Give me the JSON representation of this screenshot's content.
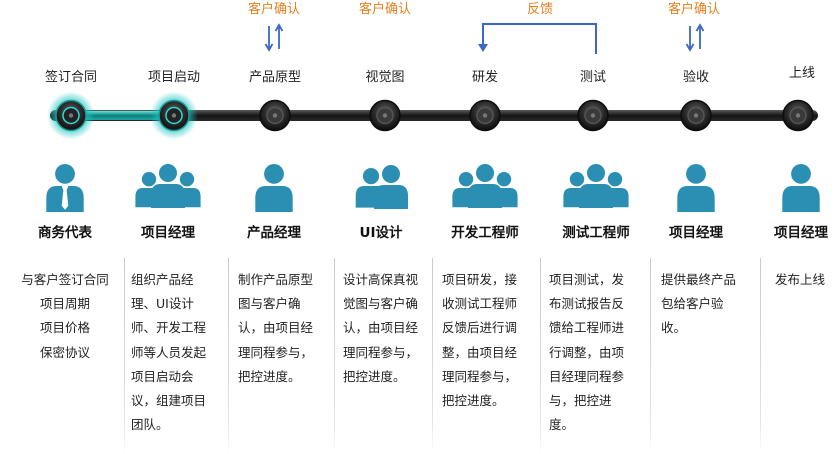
{
  "top_labels": {
    "confirm_1": "客户确认",
    "confirm_2": "客户确认",
    "feedback": "反馈",
    "confirm_3": "客户确认"
  },
  "stages": [
    {
      "label": "签订合同",
      "active": true
    },
    {
      "label": "项目启动",
      "active": true
    },
    {
      "label": "产品原型",
      "active": false
    },
    {
      "label": "视觉图",
      "active": false
    },
    {
      "label": "研发",
      "active": false
    },
    {
      "label": "测试",
      "active": false
    },
    {
      "label": "验收",
      "active": false
    },
    {
      "label": "上线",
      "active": false
    }
  ],
  "roles": [
    {
      "title": "商务代表",
      "icon": "single-person-icon",
      "desc": [
        "与客户签订合同",
        "项目周期",
        "项目价格",
        "保密协议"
      ]
    },
    {
      "title": "项目经理",
      "icon": "group-people-icon",
      "desc": [
        "组织产品经理、UI设计师、开发工程师等人员发起项目启动会议，组建项目团队。"
      ]
    },
    {
      "title": "产品经理",
      "icon": "single-person-icon",
      "desc": [
        "制作产品原型图与客户确认，由项目经理同程参与，把控进度。"
      ]
    },
    {
      "title": "UI设计",
      "icon": "pair-people-icon",
      "desc": [
        "设计高保真视觉图与客户确认，由项目经理同程参与，把控进度。"
      ]
    },
    {
      "title": "开发工程师",
      "icon": "group-people-icon",
      "desc": [
        "项目研发，接收测试工程师反馈后进行调整，由项目经理同程参与，把控进度。"
      ]
    },
    {
      "title": "测试工程师",
      "icon": "group-people-icon",
      "desc": [
        "项目测试，发布测试报告反馈给工程师进行调整，由项目经理同程参与，把控进度。"
      ]
    },
    {
      "title": "项目经理",
      "icon": "single-person-icon",
      "desc": [
        "提供最终产品包给客户验收。"
      ]
    },
    {
      "title": "项目经理",
      "icon": "single-person-icon",
      "desc": [
        "发布上线"
      ]
    }
  ],
  "colors": {
    "accent_orange": "#e6801e",
    "arrow_blue": "#3a67c8",
    "icon_teal": "#2b8fb3",
    "active_glow": "#19c5c0",
    "track_dark": "#1a1a1a"
  }
}
